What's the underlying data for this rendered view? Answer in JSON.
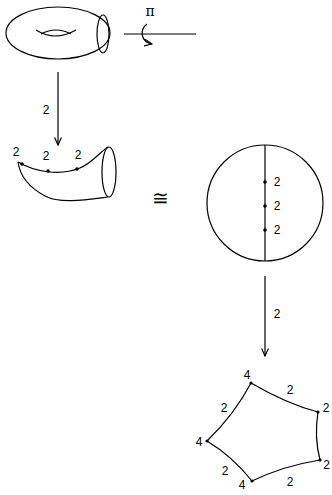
{
  "diagram": {
    "labels": [
      "π",
      "2",
      "2",
      "2",
      "2",
      "≅",
      "2",
      "2",
      "2",
      "2",
      "4",
      "2",
      "2",
      "2",
      "4",
      "2",
      "2",
      "2",
      "4"
    ]
  }
}
